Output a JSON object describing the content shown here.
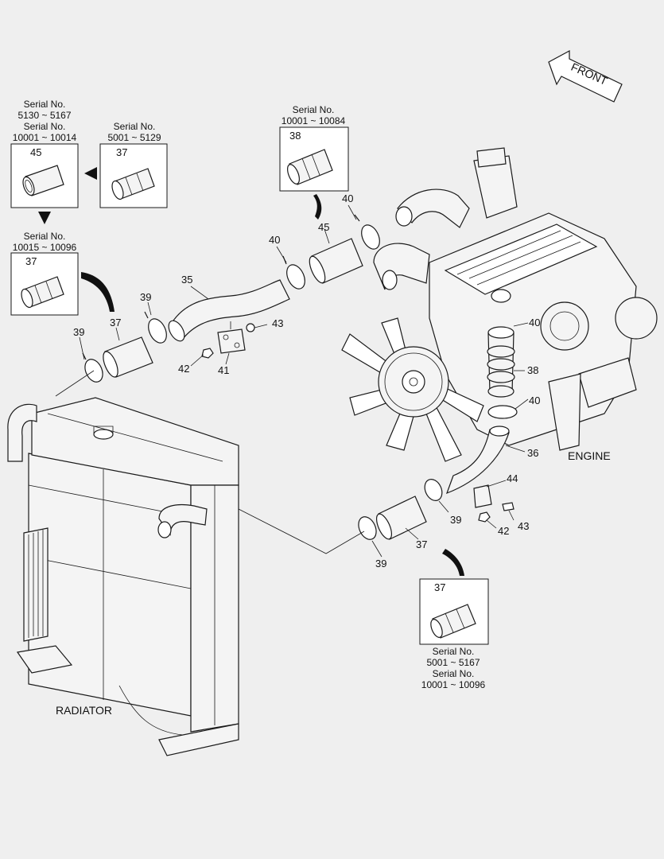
{
  "front_label": "FRONT",
  "engine_label": "ENGINE",
  "radiator_label": "RADIATOR",
  "serial_blocks": {
    "top_left": [
      "Serial No.",
      "5130 ~ 5167",
      "Serial No.",
      "10001 ~ 10014"
    ],
    "top_mid": [
      "Serial No.",
      "5001 ~ 5129"
    ],
    "mid_left": [
      "Serial No.",
      "10015 ~ 10096"
    ],
    "top_center": [
      "Serial No.",
      "10001 ~ 10084"
    ],
    "bottom_right": [
      "Serial No.",
      "5001 ~ 5167",
      "Serial No.",
      "10001 ~ 10096"
    ]
  },
  "inset_parts": {
    "top_left": "45",
    "top_mid": "37",
    "mid_left": "37",
    "top_center": "38",
    "bottom_right": "37"
  },
  "callouts": {
    "p35": "35",
    "p36": "36",
    "p37_a": "37",
    "p37_b": "37",
    "p38": "38",
    "p39_a": "39",
    "p39_b": "39",
    "p39_c": "39",
    "p39_d": "39",
    "p40_a": "40",
    "p40_b": "40",
    "p40_c": "40",
    "p40_d": "40",
    "p41": "41",
    "p42_a": "42",
    "p42_b": "42",
    "p43_a": "43",
    "p43_b": "43",
    "p44": "44",
    "p45": "45"
  }
}
